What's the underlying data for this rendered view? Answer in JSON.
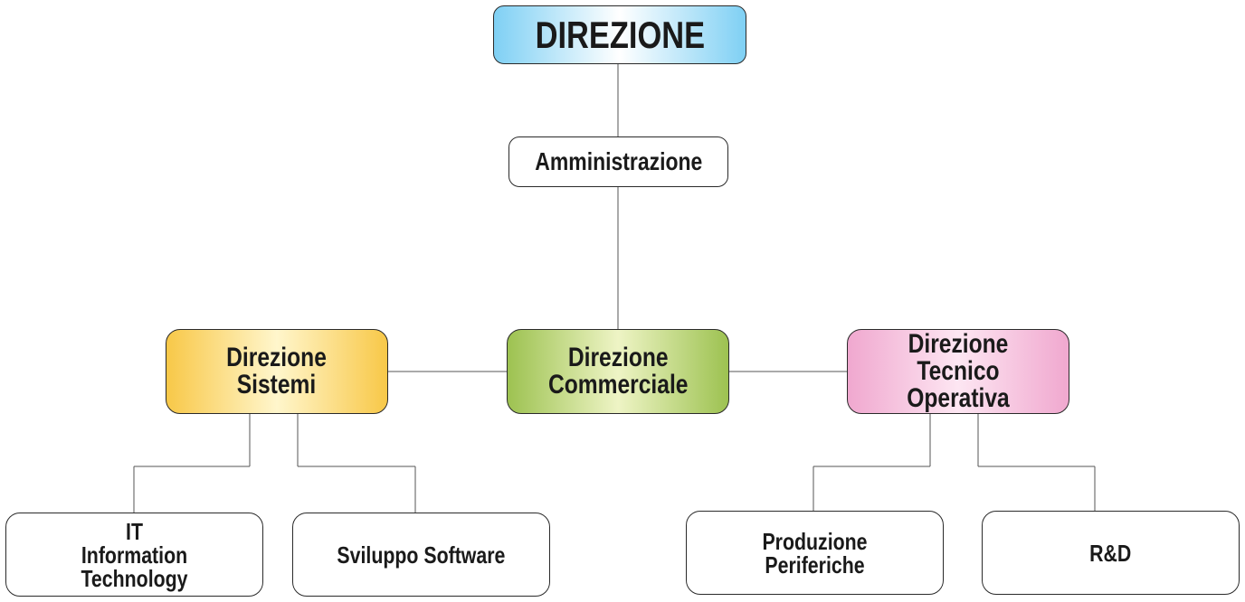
{
  "org_chart": {
    "root": {
      "label": "DIREZIONE"
    },
    "staff": {
      "label": "Amministrazione"
    },
    "divisions": {
      "sistemi": {
        "label": "Direzione\nSistemi"
      },
      "commerciale": {
        "label": "Direzione\nCommerciale"
      },
      "tecnico": {
        "label": "Direzione\nTecnico Operativa"
      }
    },
    "units": {
      "it": {
        "label": "IT\nInformation Technology"
      },
      "sviluppo": {
        "label": "Sviluppo Software"
      },
      "produzione": {
        "label": "Produzione Periferiche"
      },
      "rd": {
        "label": "R&D"
      }
    },
    "colors": {
      "root_fill": "#7fd0f4",
      "sistemi_fill": "#f8c848",
      "commerciale_fill": "#9dc251",
      "tecnico_fill": "#f0a8cf",
      "border": "#2a2a2a",
      "connector": "#555555"
    }
  }
}
